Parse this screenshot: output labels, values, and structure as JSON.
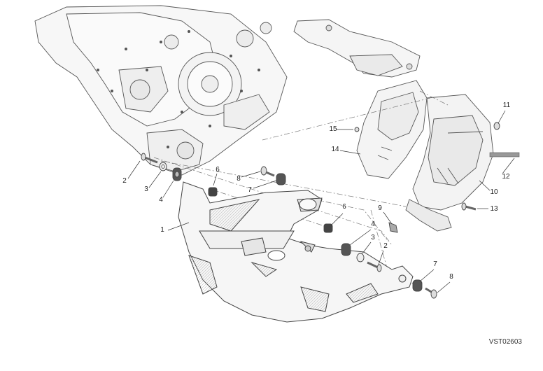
{
  "diagram": {
    "title": "",
    "code": "VST02603",
    "callouts": [
      "1",
      "2",
      "3",
      "4",
      "6",
      "8",
      "7",
      "6",
      "4",
      "3",
      "2",
      "9",
      "7",
      "8",
      "15",
      "14",
      "11",
      "12",
      "10",
      "13"
    ],
    "colors": {
      "line": "#444444",
      "fill": "#f2f2f2",
      "shade": "#d6d6d6"
    }
  }
}
